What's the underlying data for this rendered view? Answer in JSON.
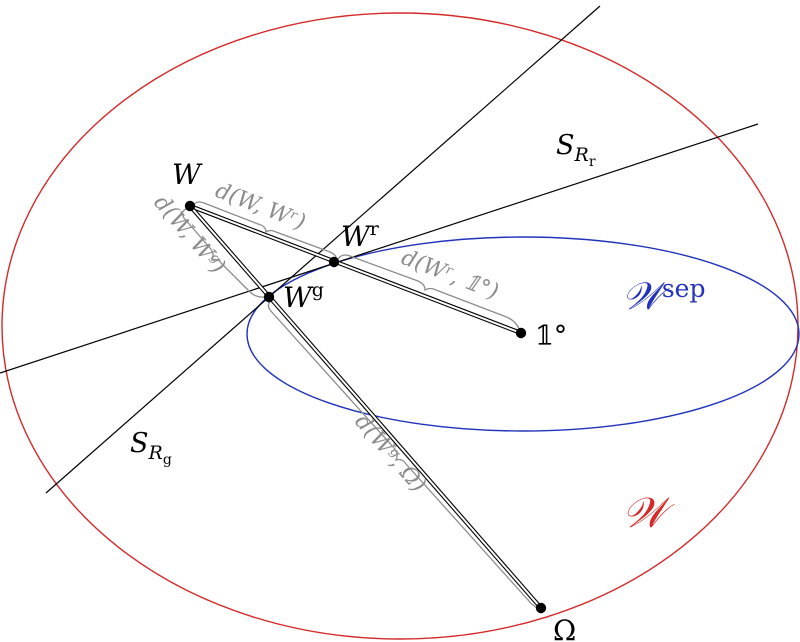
{
  "colors": {
    "outer_set": "#d42a2a",
    "inner_set": "#2233bb",
    "lines": "#000000",
    "brackets": "#8c8c8c"
  },
  "labels": {
    "W": "W",
    "W_r_base": "W",
    "W_r_sup": "r",
    "W_g_base": "W",
    "W_g_sup": "g",
    "one_deg": "𝟙°",
    "omega": "Ω",
    "S_Rr_base": "S",
    "S_Rr_sub": "R",
    "S_Rr_subsub": "r",
    "S_Rg_base": "S",
    "S_Rg_sub": "R",
    "S_Rg_subsub": "g",
    "W_sep_base": "𝒲",
    "W_sep_sup": "sep",
    "W_set": "𝒲"
  },
  "distances": {
    "W_Wr": "d(W, Wʳ)",
    "W_Wg": "d(W, Wᵍ)",
    "Wr_1": "d(Wʳ, 𝟙°)",
    "Wg_Omega": "d(Wᵍ, Ω)"
  }
}
